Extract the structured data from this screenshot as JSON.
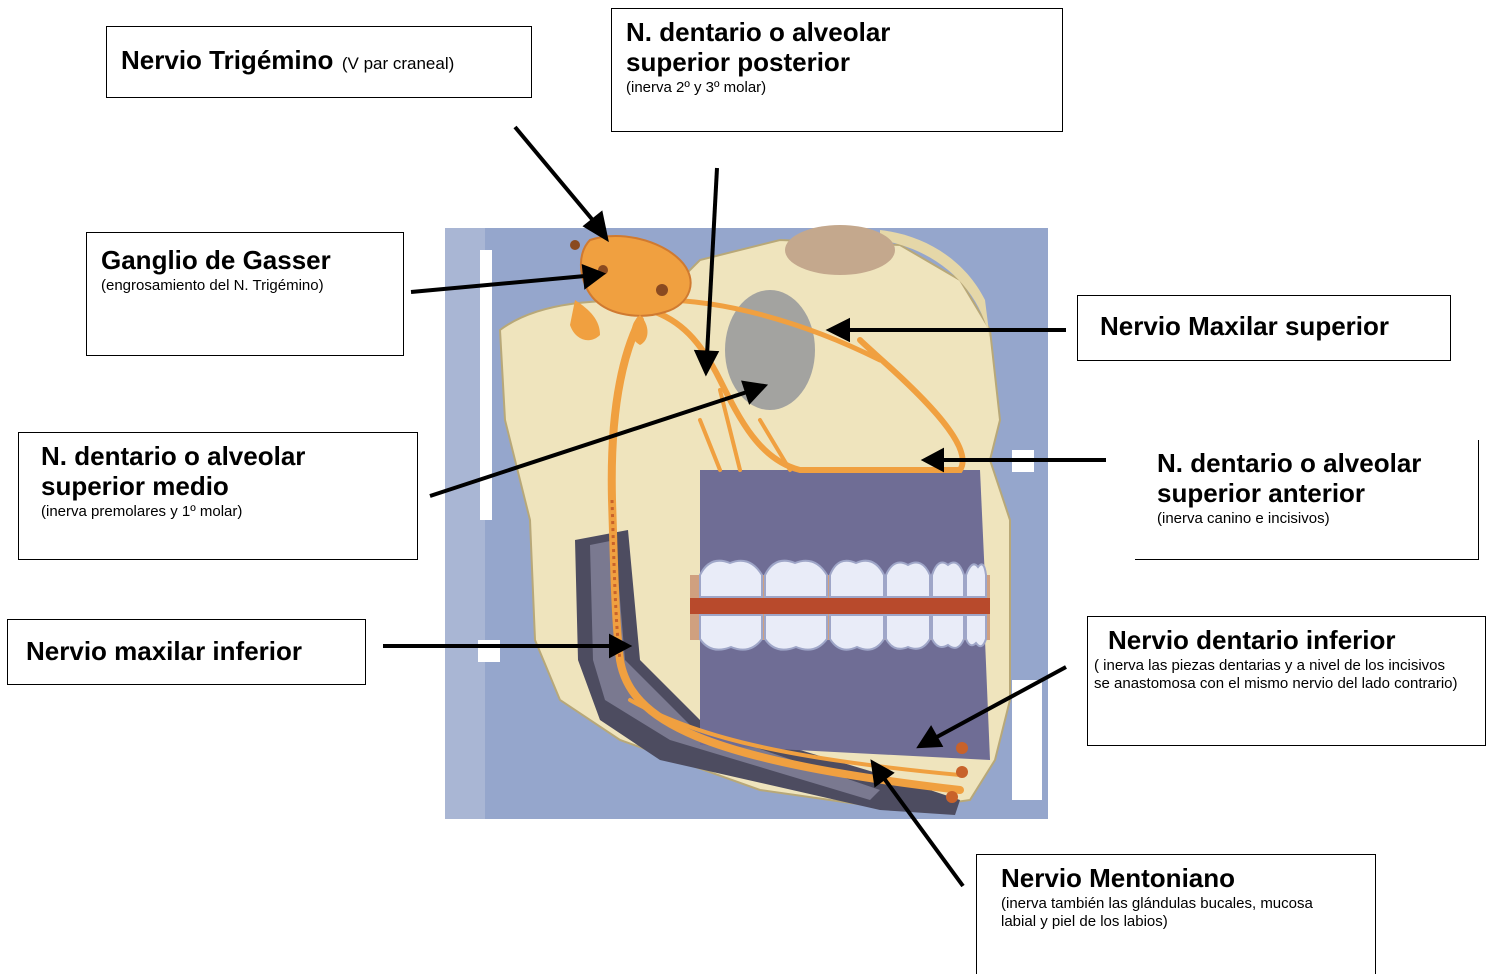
{
  "labels": {
    "trigemino": {
      "title": "Nervio Trigémino",
      "desc": "(V par craneal)"
    },
    "posterior": {
      "title": "N. dentario o alveolar superior posterior",
      "desc": "(inerva 2º y 3º molar)"
    },
    "gasser": {
      "title": "Ganglio de Gasser",
      "desc": "(engrosamiento del N. Trigémino)"
    },
    "maxilar_superior": {
      "title": "Nervio Maxilar superior"
    },
    "medio": {
      "title": "N. dentario o alveolar superior medio",
      "desc": "(inerva premolares y 1º molar)"
    },
    "anterior": {
      "title": "N. dentario o alveolar superior anterior",
      "desc": "(inerva canino e incisivos)"
    },
    "maxilar_inferior": {
      "title": "Nervio maxilar inferior"
    },
    "dentario_inferior": {
      "title": "Nervio dentario inferior",
      "desc": "( inerva las piezas dentarias y a nivel de los incisivos se anastomosa con el mismo nervio del lado contrario)"
    },
    "mentoniano": {
      "title": "Nervio Mentoniano",
      "desc": "(inerva también las glándulas bucales, mucosa labial y piel de los labios)"
    }
  },
  "colors": {
    "nerve": "#f0a040",
    "nerve_dark": "#c8622a",
    "bone": "#efe4bd",
    "teeth": "#e9ecf8",
    "roots": "#6f6d95",
    "background": "#95a6cc"
  }
}
